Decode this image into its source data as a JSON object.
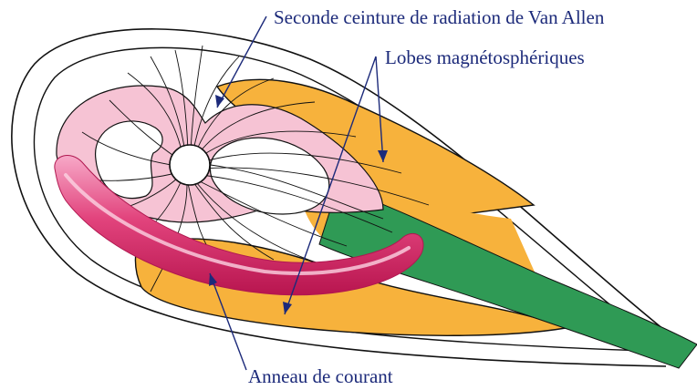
{
  "labels": {
    "van_allen": "Seconde ceinture de radiation de Van Allen",
    "lobes": "Lobes magnétosphériques",
    "ring_current": "Anneau de courant"
  },
  "colors": {
    "lobe_orange": "#f7b23c",
    "plasma_sheet_green": "#2f9a55",
    "radiation_belt_pink": "#f6c3d4",
    "ring_current_magenta": "#e2447d",
    "line_black": "#111111",
    "label_blue": "#1c2a7a"
  }
}
